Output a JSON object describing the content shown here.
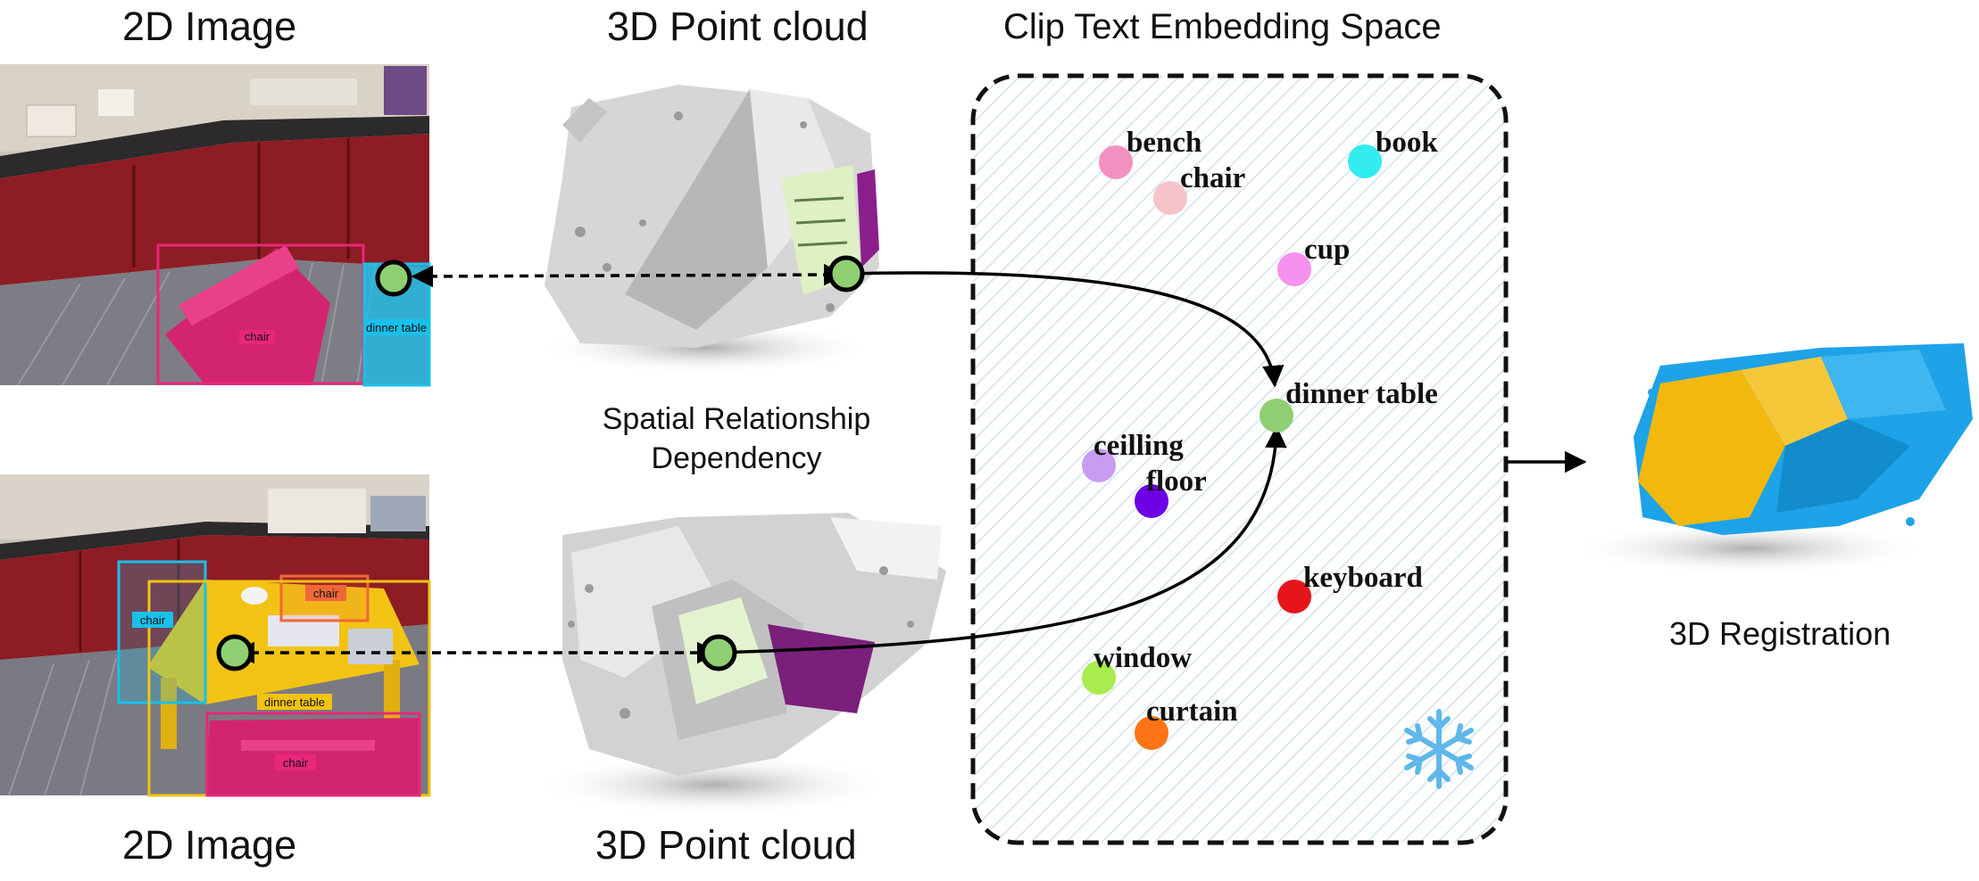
{
  "titles": {
    "img_top": "2D Image",
    "pc_top": "3D Point cloud",
    "clip_space": "Clip Text Embedding Space",
    "img_bottom": "2D Image",
    "pc_bottom": "3D Point cloud",
    "spatial_line1": "Spatial Relationship",
    "spatial_line2": "Dependency",
    "registration": "3D Registration"
  },
  "detections_top": [
    {
      "label": "chair",
      "color": "#e8267a"
    },
    {
      "label": "dinner table",
      "color": "#19c0ea"
    }
  ],
  "detections_bottom": [
    {
      "label": "chair",
      "color": "#19c0ea"
    },
    {
      "label": "chair",
      "color": "#f0683a"
    },
    {
      "label": "dinner table",
      "color": "#f2c313"
    },
    {
      "label": "chair",
      "color": "#e8267a"
    }
  ],
  "embeddings": [
    {
      "label": "bench",
      "color": "#f390c2"
    },
    {
      "label": "chair",
      "color": "#f6c4c8"
    },
    {
      "label": "book",
      "color": "#32ecf0"
    },
    {
      "label": "cup",
      "color": "#f591ee"
    },
    {
      "label": "dinner table",
      "color": "#8fcf72"
    },
    {
      "label": "ceilling",
      "color": "#c79cf1"
    },
    {
      "label": "floor",
      "color": "#6e00e6"
    },
    {
      "label": "keyboard",
      "color": "#e6151c"
    },
    {
      "label": "window",
      "color": "#a8ec4e"
    },
    {
      "label": "curtain",
      "color": "#ff7414"
    }
  ],
  "colors": {
    "match_point": "#8fcf72",
    "registration_a": "#f2b80d",
    "registration_b": "#1ea3e8"
  },
  "icons": [
    "snowflake-icon",
    "arrow-right-icon"
  ]
}
